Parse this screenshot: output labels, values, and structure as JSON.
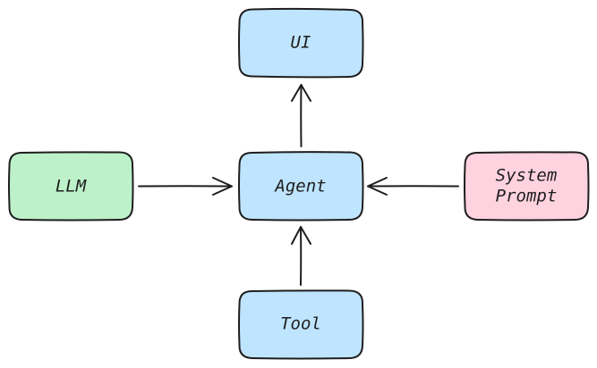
{
  "nodes": {
    "ui": {
      "label": "UI",
      "fill": "#bfe4fe"
    },
    "agent": {
      "label": "Agent",
      "fill": "#bfe4fe"
    },
    "llm": {
      "label": "LLM",
      "fill": "#bdf1c9"
    },
    "system_prompt": {
      "line1": "System",
      "line2": "Prompt",
      "fill": "#ffd2df"
    },
    "tool": {
      "label": "Tool",
      "fill": "#bfe4fe"
    }
  },
  "edges": [
    {
      "from": "Agent",
      "to": "UI"
    },
    {
      "from": "LLM",
      "to": "Agent"
    },
    {
      "from": "System Prompt",
      "to": "Agent"
    },
    {
      "from": "Tool",
      "to": "Agent"
    }
  ],
  "stroke_color": "#1e1e1e"
}
